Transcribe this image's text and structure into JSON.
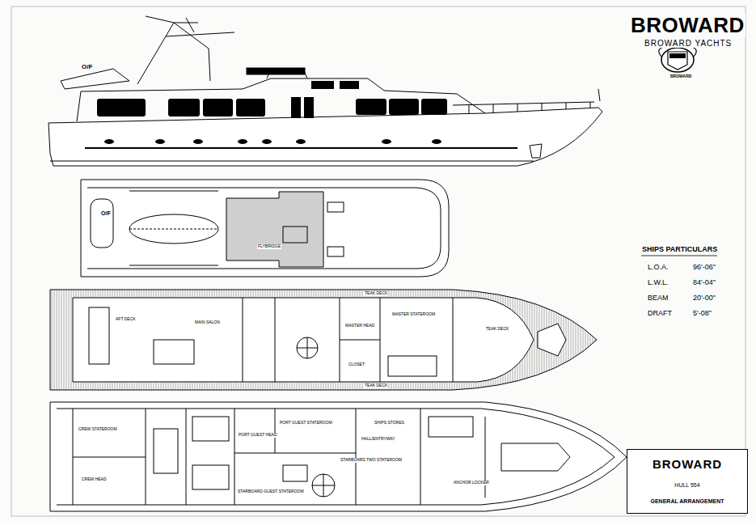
{
  "diagram": {
    "title": "BROWARD",
    "nodes": [
      {
        "text": [
          "BROWARD",
          "HULL 554",
          "GENERAL ARRANGEMENT"
        ]
      }
    ],
    "labels": [
      "BROWARD YACHTS",
      "O/F",
      "O/F",
      "FLYBRIDGE",
      "SHIPS PARTICULARS",
      "L.O.A.",
      "96'-06\"",
      "L.W.L.",
      "84'-04\"",
      "BEAM",
      "20'-00\"",
      "DRAFT",
      "5'-08\"",
      "AFT DECK",
      "MAIN SALON",
      "TEAK DECK",
      "TEAK DECK",
      "TEAK DECK",
      "MASTER STATEROOM",
      "MASTER HEAD",
      "CLOSET",
      "CREW STATEROOM",
      "CREW HEAD",
      "PORT GUEST STATEROOM",
      "PORT GUEST HEAD",
      "STARBOARD GUEST STATEROOM",
      "STARBOARD TWO STATEROOM",
      "SHIPS STORES",
      "HALL/ENTRYWAY",
      "ANCHOR LOCKER",
      "BROWARD"
    ]
  }
}
